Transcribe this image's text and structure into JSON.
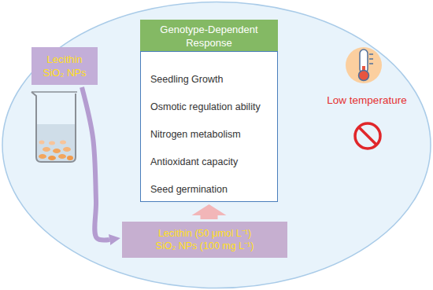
{
  "diagram": {
    "nodes": [
      {
        "text": [
          "Lecithin",
          "SiO₂ NPs"
        ]
      },
      {
        "text": [
          "Genotype-Dependent Response"
        ]
      },
      {
        "text": [
          "Seedling Growth",
          "Osmotic regulation ability",
          "Nitrogen metabolism",
          "Antioxidant capacity",
          "Seed germination"
        ]
      },
      {
        "text": [
          "Lecithin (50 μmol L⁻¹)",
          "SiO₂ NPs (100 mg L⁻¹)"
        ]
      }
    ],
    "edges": [
      {
        "from": 0,
        "to": 3,
        "arrow": "to"
      },
      {
        "from": 3,
        "to": 2,
        "arrow": "to"
      }
    ],
    "labels": [
      "Low temperature"
    ]
  }
}
